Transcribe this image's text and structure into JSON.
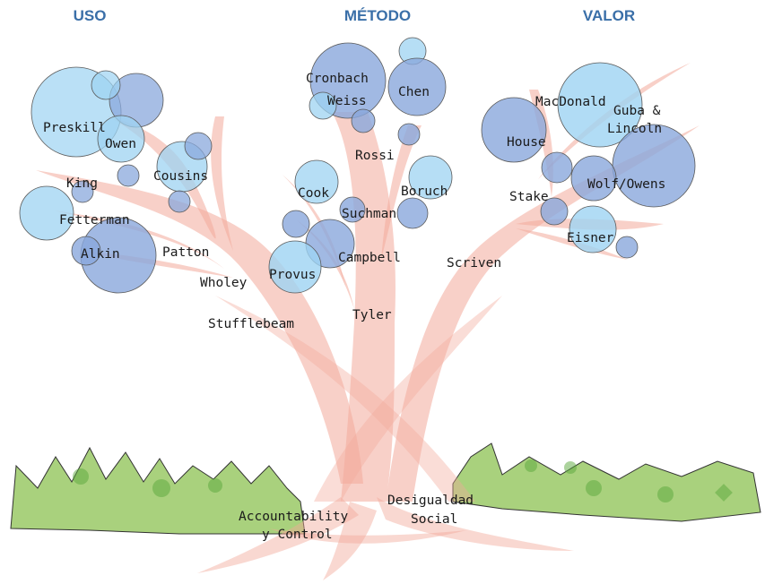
{
  "branches": {
    "uso": "USO",
    "metodo": "MÉTODO",
    "valor": "VALOR"
  },
  "names": {
    "preskill": "Preskill",
    "owen": "Owen",
    "cousins": "Cousins",
    "king": "King",
    "fetterman": "Fetterman",
    "alkin": "Alkin",
    "patton": "Patton",
    "wholey": "Wholey",
    "stufflebeam": "Stufflebeam",
    "cronbach": "Cronbach",
    "weiss": "Weiss",
    "chen": "Chen",
    "rossi": "Rossi",
    "cook": "Cook",
    "boruch": "Boruch",
    "suchman": "Suchman",
    "campbell": "Campbell",
    "provus": "Provus",
    "tyler": "Tyler",
    "macdonald": "MacDonald",
    "guba_line1": "Guba &",
    "guba_line2": "Lincoln",
    "house": "House",
    "stake": "Stake",
    "wolf_owens": "Wolf/Owens",
    "eisner": "Eisner",
    "scriven": "Scriven"
  },
  "roots": {
    "accountability_line1": "Accountability",
    "accountability_line2": "y Control",
    "desigualdad_line1": "Desigualdad",
    "desigualdad_line2": "Social"
  },
  "colors": {
    "title": "#3a6fa8",
    "trunk": "#f2a99a",
    "grass": "#8cc152",
    "bubble_dark": "#8aa8dc",
    "bubble_light": "#9dd3f2"
  }
}
